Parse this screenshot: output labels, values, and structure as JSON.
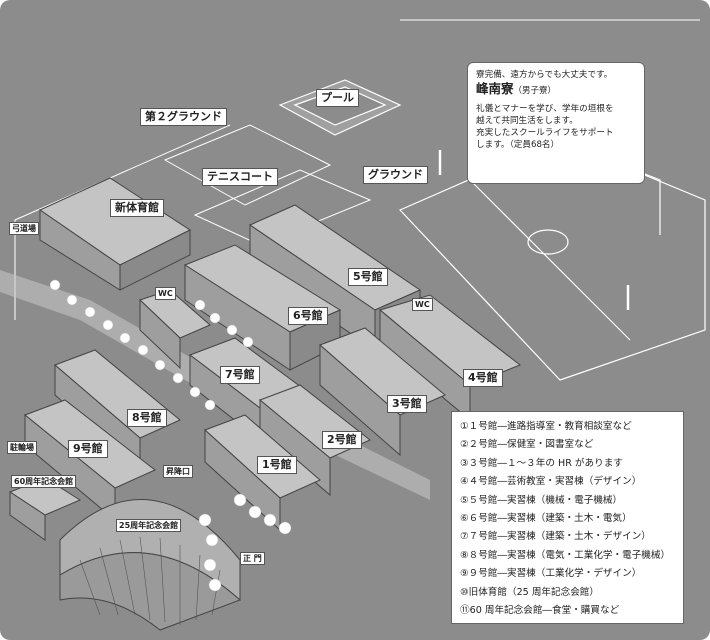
{
  "labels": {
    "pool": "プール",
    "ground2": "第２グラウンド",
    "tennis": "テニスコート",
    "ground": "グラウンド",
    "gym_new": "新体育館",
    "archery": "弓道場",
    "wc1": "WC",
    "wc2": "WC",
    "b5": "5号館",
    "b6": "6号館",
    "b7": "7号館",
    "b4": "4号館",
    "b3": "3号館",
    "b8": "8号館",
    "b2": "2号館",
    "b9": "9号館",
    "b1": "1号館",
    "bike": "駐輪場",
    "hall60": "60周年記念会館",
    "stairs": "昇降口",
    "hall25": "25周年記念会館",
    "gate": "正 門"
  },
  "dorm": {
    "tagline": "寮完備、遠方からでも大丈夫です。",
    "name": "峰南寮",
    "name_sub": "（男子寮）",
    "desc": [
      "礼儀とマナーを学び、学年の垣根を",
      "越えて共同生活をします。",
      "充実したスクールライフをサポート",
      "します。（定員68名）"
    ]
  },
  "legend": [
    "①１号館―進路指導室・教育相談室など",
    "②２号館―保健室・図書室など",
    "③３号館―１～３年の HR があります",
    "④４号館―芸術教室・実習棟（デザイン）",
    "⑤５号館―実習棟（機械・電子機械）",
    "⑥６号館―実習棟（建築・土木・電気）",
    "⑦７号館―実習棟（建築・土木・デザイン）",
    "⑧８号館―実習棟（電気・工業化学・電子機械）",
    "⑨９号館―実習棟（工業化学・デザイン）",
    "⑩旧体育館（25 周年記念会館）",
    "⑪60 周年記念会館―食堂・購買など"
  ],
  "colors": {
    "background": "#8c8c8c",
    "building_roof": "#bdbdbd",
    "building_side": "#9a9a9a",
    "field_line": "#ffffff"
  }
}
